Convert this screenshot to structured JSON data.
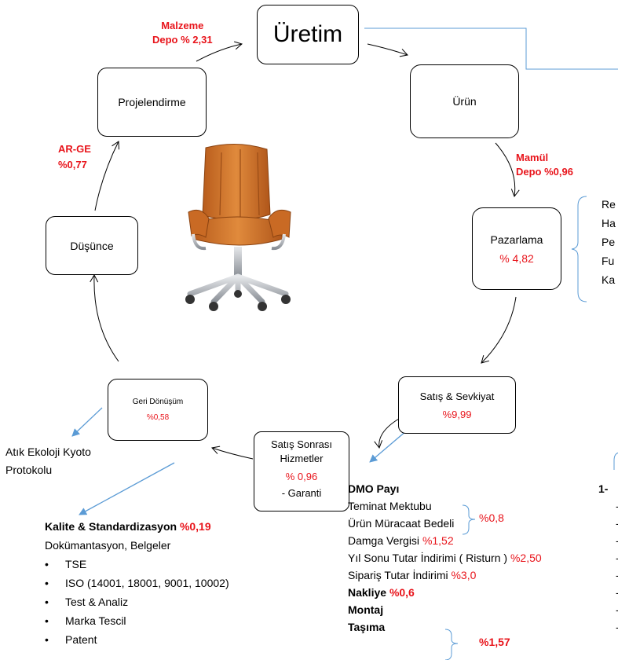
{
  "nodes": {
    "uretim": "Üretim",
    "urun": "Ürün",
    "pazarlama": {
      "label": "Pazarlama",
      "pct": "% 4,82"
    },
    "satis_sevkiyat": {
      "label": "Satış & Sevkiyat",
      "pct": "%9,99"
    },
    "satis_sonrasi": {
      "line1": "Satış Sonrası",
      "line2": "Hizmetler",
      "pct": "% 0,96",
      "note": "- Garanti"
    },
    "geri_donusum": {
      "label": "Geri Dönüşüm",
      "pct": "%0,58"
    },
    "dusunce": "Düşünce",
    "projelendirme": "Projelendirme"
  },
  "labels": {
    "malzeme_line1": "Malzeme",
    "malzeme_line2": "Depo % 2,31",
    "mamul_line1": "Mamül",
    "mamul_line2": "Depo %0,96",
    "arge_line1": "AR-GE",
    "arge_line2": "%0,77"
  },
  "pazarlama_list": [
    "Re",
    "Ha",
    "Pe",
    "Fu",
    "Ka"
  ],
  "atik": {
    "line1": "Atık Ekoloji Kyoto",
    "line2": "Protokolu"
  },
  "kalite": {
    "title": "Kalite & Standardizasyon",
    "pct": "%0,19",
    "subtitle": "Dokümantasyon, Belgeler",
    "items": [
      "TSE",
      "ISO (14001, 18001, 9001, 10002)",
      "Test & Analiz",
      "Marka Tescil",
      "Patent"
    ]
  },
  "dmo": {
    "title": "DMO Payı",
    "teminat": "Teminat Mektubu",
    "urun_muracaat": "Ürün Müracaat Bedeli",
    "group1_pct": "%0,8",
    "damga": "Damga Vergisi",
    "damga_pct": "%1,52",
    "yil_sonu": "Yıl Sonu Tutar İndirimi ( Risturn )",
    "yil_sonu_pct": "%2,50",
    "siparis": "Sipariş Tutar İndirimi",
    "siparis_pct": "%3,0",
    "nakliye": "Nakliye",
    "nakliye_pct": "%0,6",
    "montaj": "Montaj",
    "tasima": "Taşıma",
    "group2_pct": "%1,57"
  },
  "right_col": {
    "head": "1-",
    "dashes": [
      "-",
      "-",
      "-",
      "-",
      "-",
      "-",
      "-",
      "-"
    ]
  },
  "image": {
    "name": "office-chair",
    "colors": {
      "leather": "#d9782c",
      "chrome": "#b8bcc2"
    }
  },
  "colors": {
    "accent_red": "#e8141b",
    "arrow_blue": "#5b9bd5"
  }
}
